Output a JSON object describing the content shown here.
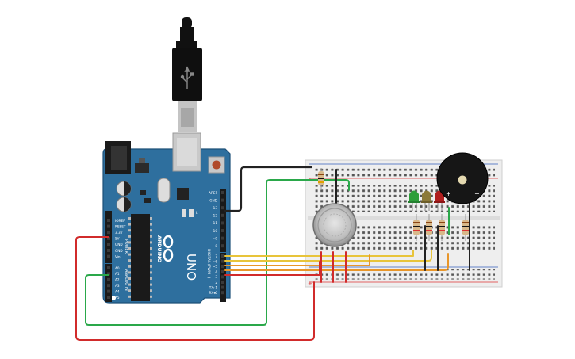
{
  "usb": {
    "symbol_icon": "usb-trident-icon"
  },
  "arduino": {
    "logo_text": "ARDUINO",
    "model": "UNO",
    "power_section_label": "POWER",
    "analog_section_label": "ANALOG IN",
    "digital_section_label": "DIGITAL (PWM~)",
    "power_pins": [
      "IOREF",
      "RESET",
      "3.3V",
      "5V",
      "GND",
      "GND",
      "Vin"
    ],
    "analog_pins": [
      "A0",
      "A1",
      "A2",
      "A3",
      "A4",
      "A5"
    ],
    "digital_top_pins": [
      "AREF",
      "GND",
      "13",
      "12",
      "~11",
      "~10",
      "~9",
      "8"
    ],
    "digital_bottom_pins": [
      "7",
      "~6",
      "~5",
      "4",
      "~3",
      "2",
      "TX▸1",
      "RX◂0"
    ],
    "led_labels": [
      "L",
      "TX",
      "RX"
    ],
    "on_label": "ON",
    "colors": {
      "board": "#2e6f9e",
      "board_dark": "#1d5078"
    }
  },
  "breadboard": {
    "rail_plus": "+",
    "rail_minus": "−",
    "colors": {
      "body": "#eeeeee",
      "rail_red": "#d33",
      "rail_blue": "#335dbb"
    }
  },
  "buzzer": {
    "plus": "+",
    "minus": "−"
  },
  "components": {
    "leds": [
      "green",
      "yellow",
      "red"
    ],
    "gas_sensor": "gas-sensor",
    "resistors": 5
  },
  "wires": {
    "colors": {
      "black": "#222222",
      "green": "#2aa84a",
      "red": "#d12b2b",
      "yellow": "#e8c43a",
      "orange": "#e8962a"
    }
  }
}
